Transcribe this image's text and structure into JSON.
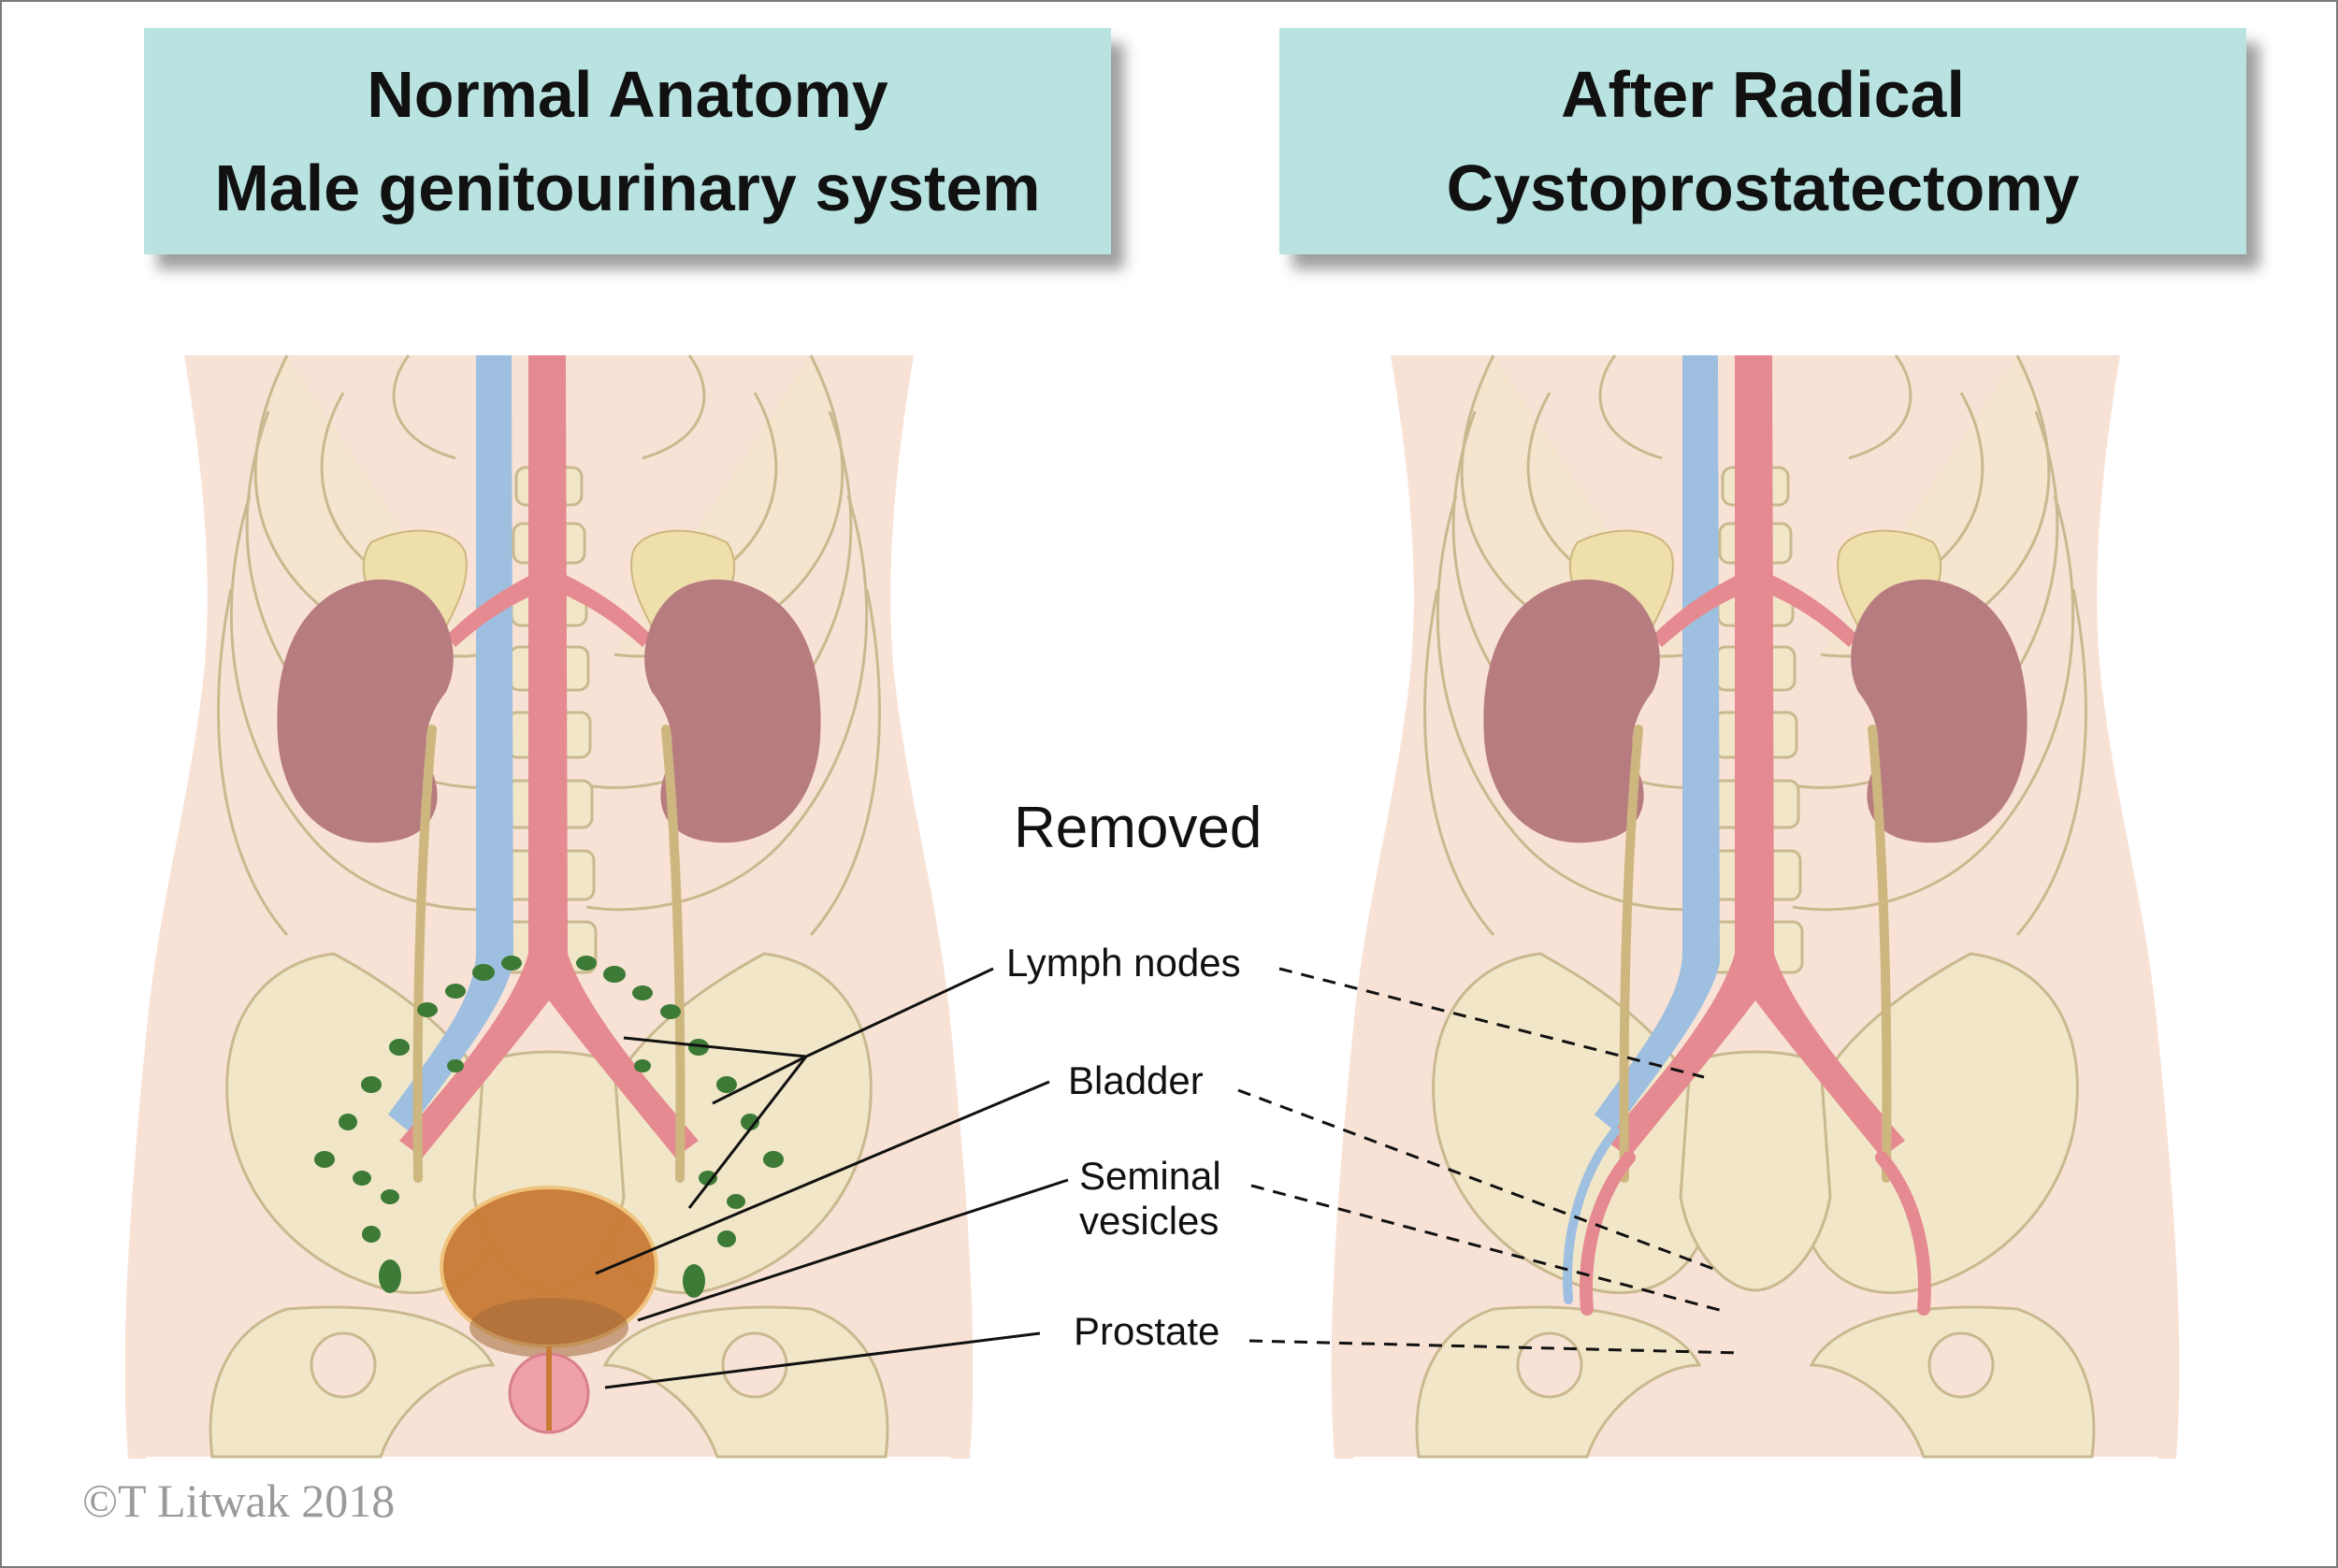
{
  "panels": {
    "left": {
      "title_lines": [
        "Normal Anatomy",
        "Male genitourinary system"
      ]
    },
    "right": {
      "title_lines": [
        "After Radical",
        "Cystoprostatectomy"
      ]
    }
  },
  "removed_heading": "Removed",
  "callouts": [
    {
      "id": "lymph",
      "label_lines": [
        "Lymph nodes"
      ]
    },
    {
      "id": "bladder",
      "label_lines": [
        "Bladder"
      ]
    },
    {
      "id": "seminal",
      "label_lines": [
        "Seminal",
        "vesicles"
      ]
    },
    {
      "id": "prostate",
      "label_lines": [
        "Prostate"
      ]
    }
  ],
  "copyright": "©T Litwak 2018",
  "colors": {
    "title_box": "#b8e3e1",
    "skin": "#f8e2d6",
    "bone": "#f2e6c8",
    "bone_stroke": "#c9b98f",
    "artery": "#e58a90",
    "vein": "#9fbfe0",
    "kidney": "#b77c80",
    "adrenal": "#eedfab",
    "ureter": "#cdb77f",
    "lymph": "#3c7a35",
    "bladder": "#c87a35",
    "prostate": "#f0a0a8"
  }
}
